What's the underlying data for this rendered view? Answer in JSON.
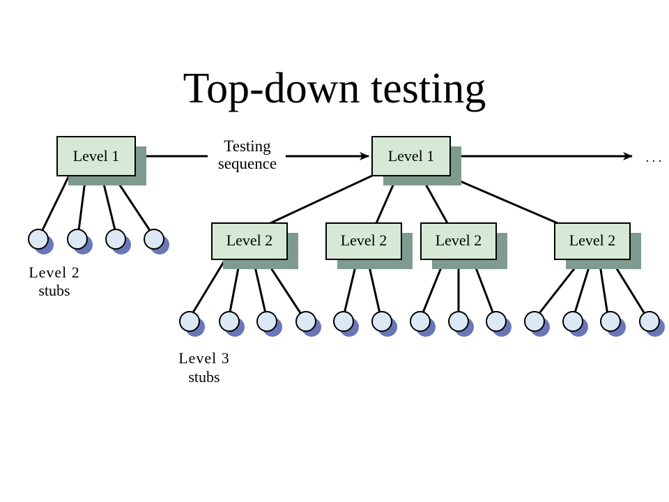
{
  "title": "Top-down testing",
  "colors": {
    "box_fill": "#d6e9d6",
    "box_shadow": "#7f9b8f",
    "stub_fill": "#dde8f5",
    "stub_shadow": "#6977b8",
    "line": "#000000"
  },
  "labels": {
    "box_level1": "Level 1",
    "box_level2": "Level 2",
    "sequence_line1": "Testing",
    "sequence_line2": "sequence",
    "ellipsis": ". . .",
    "level2_stubs_line1": "Level 2",
    "level2_stubs_line2": "stubs",
    "level3_stubs_line1": "Level 3",
    "level3_stubs_line2": "stubs"
  },
  "diagram": {
    "left_tree": {
      "root": "Level 1",
      "stubs_count": 4,
      "stubs_label": "Level 2 stubs"
    },
    "right_tree": {
      "root": "Level 1",
      "children": [
        {
          "label": "Level 2",
          "stubs_count": 4
        },
        {
          "label": "Level 2",
          "stubs_count": 2
        },
        {
          "label": "Level 2",
          "stubs_count": 3
        },
        {
          "label": "Level 2",
          "stubs_count": 4
        }
      ],
      "stubs_label": "Level 3 stubs"
    }
  }
}
